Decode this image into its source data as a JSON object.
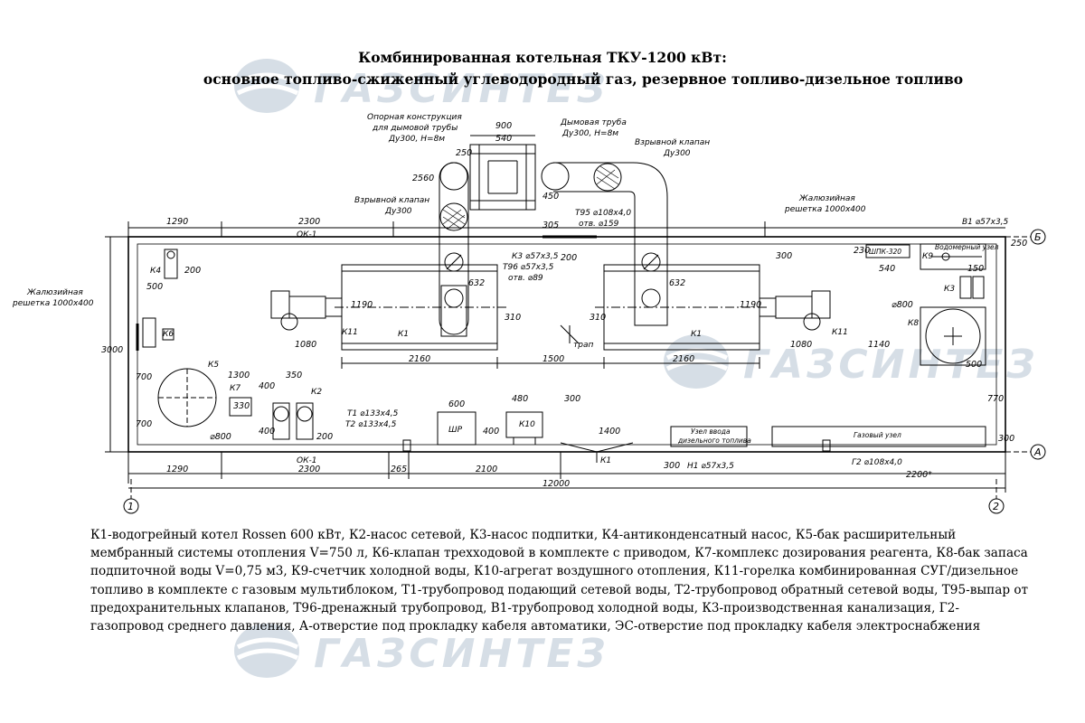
{
  "title": {
    "line1": "Комбинированная котельная ТКУ-1200 кВт:",
    "line2": "основное топливо-сжиженный углеводородный газ, резервное топливо-дизельное топливо"
  },
  "watermark": {
    "text": "ГАЗСИНТЕЗ",
    "color": "#4a6f93"
  },
  "labels": {
    "support_1": "Опорная конструкция",
    "support_2": "для дымовой трубы",
    "support_3": "Ду300, Н=8м",
    "chimney_1": "Дымовая труба",
    "chimney_2": "Ду300, Н=8м",
    "valve_left_1": "Взрывной клапан",
    "valve_left_2": "Ду300",
    "valve_right_1": "Взрывной клапан",
    "valve_right_2": "Ду300",
    "louver_top_1": "Жалюзийная",
    "louver_top_2": "решетка 1000х400",
    "louver_left_1": "Жалюзийная",
    "louver_left_2": "решетка 1000х400",
    "t95": "Т95 ⌀108х4,0",
    "t95_hole": "отв. ⌀159",
    "k3_pipe": "К3 ⌀57х3,5",
    "t96_pipe": "Т96 ⌀57х3,5",
    "t96_hole": "отв. ⌀89",
    "b1": "В1 ⌀57х3,5",
    "shpk": "ШПК-320",
    "water_node": "Водомерный узел",
    "k9": "К9",
    "k3": "К3",
    "k8": "К8",
    "k4": "К4",
    "k6": "К6",
    "k5": "К5",
    "k7": "К7",
    "k2": "К2",
    "k1_left": "К1",
    "k1_right": "К1",
    "k11_left": "К11",
    "k11_right": "К11",
    "k10": "К10",
    "shr": "ШР",
    "trap": "трап",
    "t1": "Т1 ⌀133х4,5",
    "t2": "Т2 ⌀133х4,5",
    "diesel_node_1": "Узел ввода",
    "diesel_node_2": "дизельного топлива",
    "gas_node": "Газовый узел",
    "n1": "Н1 ⌀57х3,5",
    "g2": "Г2 ⌀108х4,0",
    "k1_drain": "К1",
    "ok1_top": "ОК-1",
    "ok1_bottom": "ОК-1",
    "axis_1": "1",
    "axis_2": "2",
    "axis_a": "А",
    "axis_b": "Б"
  },
  "dims": {
    "d900": "900",
    "d540a": "540",
    "d250a": "250",
    "d2560": "2560",
    "d450": "450",
    "d305": "305",
    "d1290a": "1290",
    "d2300a": "2300",
    "d200a": "200",
    "d300a": "300",
    "d230": "230",
    "d540b": "540",
    "d250b": "250",
    "d500a": "500",
    "d200b": "200",
    "d3000": "3000",
    "d700a": "700",
    "d700b": "700",
    "d1190a": "1190",
    "d1190b": "1190",
    "d632a": "632",
    "d632b": "632",
    "d310a": "310",
    "d310b": "310",
    "d1080a": "1080",
    "d1080b": "1080",
    "d2160a": "2160",
    "d1500": "1500",
    "d2160b": "2160",
    "d1140": "1140",
    "d800a": "⌀800",
    "d800b": "⌀800",
    "d500b": "500",
    "d770": "770",
    "d1300": "1300",
    "d350": "350",
    "d400a": "400",
    "d330": "330",
    "d400b": "400",
    "d200c": "200",
    "d600": "600",
    "d480": "480",
    "d300b": "300",
    "d400c": "400",
    "d1400": "1400",
    "d300c": "300",
    "d300d": "300",
    "d265": "265",
    "d2100": "2100",
    "d1290b": "1290",
    "d2300b": "2300",
    "d12000": "12000",
    "d2200": "2200*",
    "d150": "150"
  },
  "legend": "К1-водогрейный котел Rossen 600 кВт, К2-насос сетевой, К3-насос подпитки, К4-антиконденсатный насос, К5-бак расширительный мембранный системы отопления V=750 л, К6-клапан трехходовой в комплекте с приводом, К7-комплекс дозирования реагента, К8-бак запаса подпиточной воды V=0,75 м3, К9-счетчик холодной воды, К10-агрегат воздушного отопления, К11-горелка комбинированная СУГ/дизельное топливо в комплекте с газовым мультиблоком, Т1-трубопровод подающий сетевой воды, Т2-трубопровод обратный сетевой воды, Т95-выпар от предохранительных клапанов, Т96-дренажный трубопровод, В1-трубопровод холодной воды, К3-производственная канализация, Г2-газопровод среднего давления, А-отверстие под прокладку кабеля автоматики, ЭС-отверстие под прокладку кабеля электроснабжения"
}
